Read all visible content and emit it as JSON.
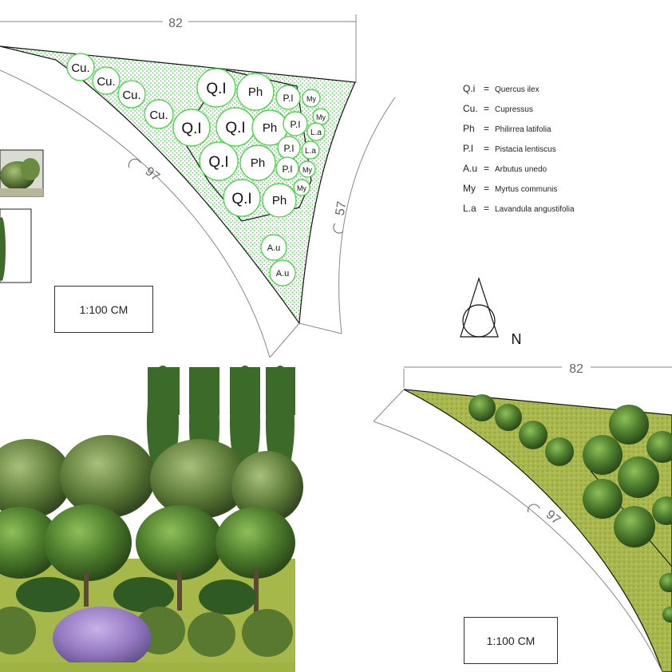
{
  "plan_top": {
    "dimension_top": "82",
    "dimension_arc": "97",
    "dimension_right": "57",
    "scale_label": "1:100 CM",
    "north_label": "N",
    "plants": [
      {
        "label": "Cu."
      },
      {
        "label": "Cu."
      },
      {
        "label": "Cu."
      },
      {
        "label": "Cu."
      },
      {
        "label": "Q.I"
      },
      {
        "label": "Q.I"
      },
      {
        "label": "Q.I"
      },
      {
        "label": "Q.I"
      },
      {
        "label": "Q.I"
      },
      {
        "label": "Ph"
      },
      {
        "label": "Ph"
      },
      {
        "label": "Ph"
      },
      {
        "label": "Ph"
      },
      {
        "label": "P.I"
      },
      {
        "label": "P.I"
      },
      {
        "label": "P.I"
      },
      {
        "label": "P.I"
      },
      {
        "label": "My"
      },
      {
        "label": "My"
      },
      {
        "label": "My"
      },
      {
        "label": "My"
      },
      {
        "label": "L.a"
      },
      {
        "label": "L.a"
      },
      {
        "label": "A.u"
      },
      {
        "label": "A.u"
      }
    ]
  },
  "legend": [
    {
      "abbr": "Q.i",
      "name": "Quercus ilex"
    },
    {
      "abbr": "Cu.",
      "name": "Cupressus"
    },
    {
      "abbr": "Ph",
      "name": "Philirrea latifolia"
    },
    {
      "abbr": "P.I",
      "name": "Pistacia lentiscus"
    },
    {
      "abbr": "A.u",
      "name": "Arbutus unedo"
    },
    {
      "abbr": "My",
      "name": "Myrtus communis"
    },
    {
      "abbr": "L.a",
      "name": "Lavandula angustifolia"
    }
  ],
  "plan_bottom": {
    "dimension_top": "82",
    "dimension_arc": "97",
    "scale_label": "1:100 CM"
  },
  "colors": {
    "hatch_green": "#4cd64c",
    "circle_green": "#3ccf3c",
    "grass": "#a6b84a",
    "tree_dark": "#3f6a2a",
    "lavender": "#9a7cc4"
  }
}
